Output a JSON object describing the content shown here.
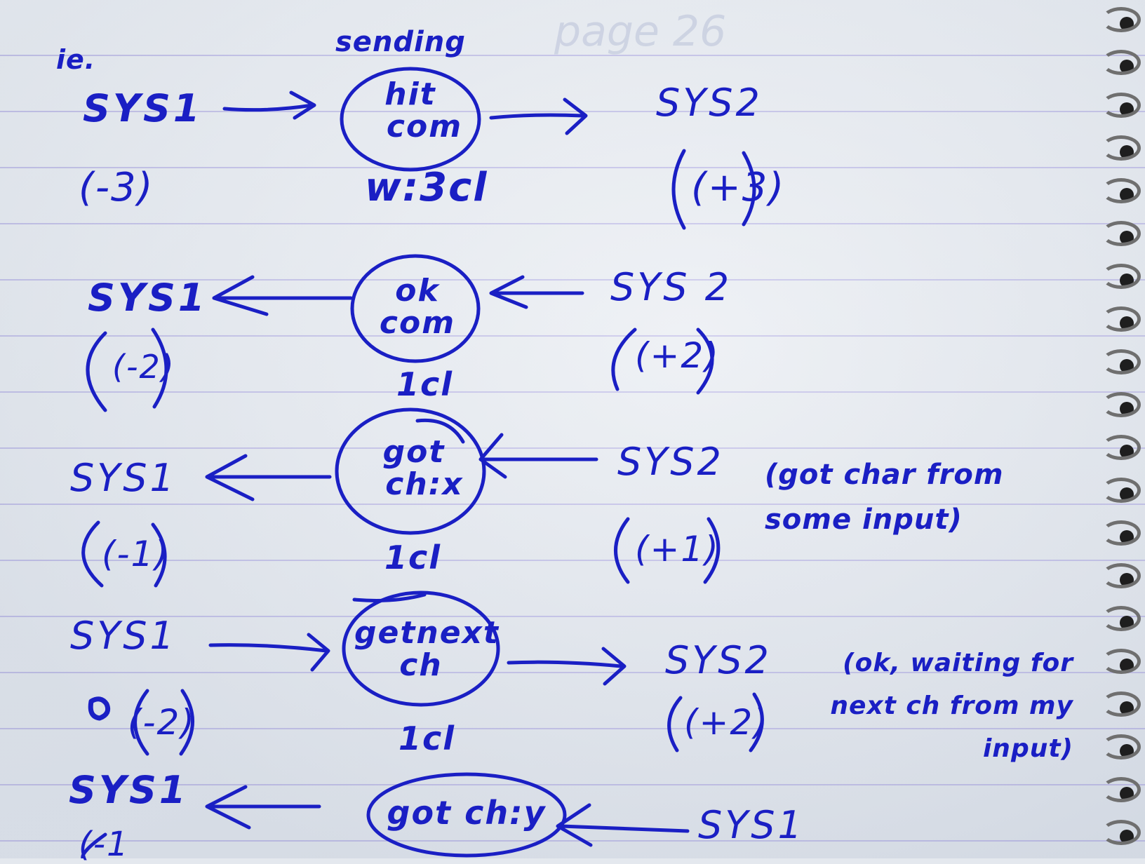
{
  "page": {
    "ink_color": "#1a1fc4",
    "paper_color": "#e8ecf1",
    "rule_color": "#968cdc",
    "corner_note": "ie.",
    "top_label": "sending",
    "ghost_text": "page 26"
  },
  "rows": [
    {
      "left": "SYS1",
      "left_value": "(-3)",
      "direction": "right",
      "oval": [
        "hit",
        "com"
      ],
      "below_oval": "w:3cl",
      "right": "SYS2",
      "right_value": "(+3)",
      "note": ""
    },
    {
      "left": "SYS1",
      "left_value": "(-2)",
      "direction": "left",
      "oval": [
        "ok",
        "com"
      ],
      "below_oval": "1cl",
      "right": "SYS 2",
      "right_value": "(+2)",
      "note": ""
    },
    {
      "left": "SYS1",
      "left_value": "(-1)",
      "direction": "left",
      "oval": [
        "got",
        "ch:x"
      ],
      "below_oval": "1cl",
      "right": "SYS2",
      "right_value": "(+1)",
      "note": "(got char from some input)"
    },
    {
      "left": "SYS1",
      "left_value": "(-2)",
      "direction": "right",
      "oval": [
        "getnext",
        "ch"
      ],
      "below_oval": "1cl",
      "right": "SYS2",
      "right_value": "(+2)",
      "note": "(ok, waiting for next ch from my input)"
    },
    {
      "left": "SYS1",
      "left_value": "(-1",
      "direction": "left",
      "oval": [
        "got ch:y"
      ],
      "below_oval": "",
      "right": "SYS1",
      "right_value": "",
      "note": ""
    }
  ]
}
